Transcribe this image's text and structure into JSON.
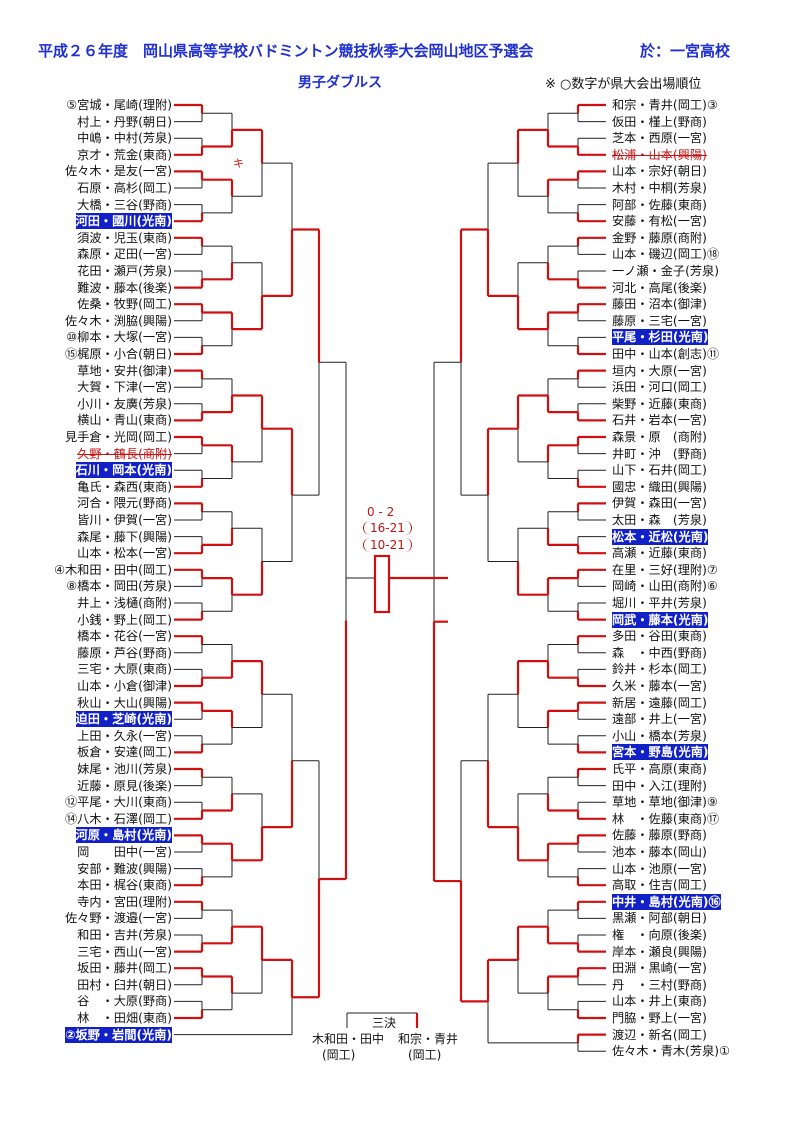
{
  "header": {
    "title": "平成２６年度　岡山県高等学校バドミントン競技秋季大会岡山地区予選会",
    "venue": "於：一宮高校",
    "category": "男子ダブルス",
    "note": "※ ○数字が県大会出場順位"
  },
  "colors": {
    "title": "#1f2fd0",
    "bracket_win": "#d01010",
    "highlight": "#1220c8"
  },
  "left_entries": [
    {
      "text": "⑤宮城・尾崎(理附)"
    },
    {
      "text": "村上・丹野(朝日)"
    },
    {
      "text": "中嶋・中村(芳泉)"
    },
    {
      "text": "京才・荒金(東商)"
    },
    {
      "text": "佐々木・是友(一宮)"
    },
    {
      "text": "石原・高杉(岡工)"
    },
    {
      "text": "大橋・三谷(野商)"
    },
    {
      "text": "河田・國川(光南)",
      "hl": true
    },
    {
      "text": "須波・児玉(東商)"
    },
    {
      "text": "森原・疋田(一宮)"
    },
    {
      "text": "花田・瀬戸(芳泉)"
    },
    {
      "text": "難波・藤本(後楽)"
    },
    {
      "text": "佐桑・牧野(岡工)"
    },
    {
      "text": "佐々木・渕脇(興陽)"
    },
    {
      "text": "⑩柳本・大塚(一宮)"
    },
    {
      "text": "⑮梶原・小合(朝日)"
    },
    {
      "text": "草地・安井(御津)"
    },
    {
      "text": "大賀・下津(一宮)"
    },
    {
      "text": "小川・友廣(芳泉)"
    },
    {
      "text": "横山・青山(東商)"
    },
    {
      "text": "見手倉・光岡(岡工)"
    },
    {
      "text": "久野・鶴長(商附)",
      "struck": true
    },
    {
      "text": "石川・岡本(光南)",
      "hl": true
    },
    {
      "text": "亀氏・森西(東商)"
    },
    {
      "text": "河合・隈元(野商)"
    },
    {
      "text": "皆川・伊賀(一宮)"
    },
    {
      "text": "森尾・藤下(興陽)"
    },
    {
      "text": "山本・松本(一宮)"
    },
    {
      "text": "④木和田・田中(岡工)"
    },
    {
      "text": "⑧橋本・岡田(芳泉)"
    },
    {
      "text": "井上・浅樋(商附)"
    },
    {
      "text": "小銭・野上(岡工)"
    },
    {
      "text": "橋本・花谷(一宮)"
    },
    {
      "text": "藤原・芦谷(野商)"
    },
    {
      "text": "三宅・大原(東商)"
    },
    {
      "text": "山本・小倉(御津)"
    },
    {
      "text": "秋山・大山(興陽)"
    },
    {
      "text": "迫田・芝崎(光南)",
      "hl": true
    },
    {
      "text": "上田・久永(一宮)"
    },
    {
      "text": "板倉・安達(岡工)"
    },
    {
      "text": "妹尾・池川(芳泉)"
    },
    {
      "text": "近藤・原見(後楽)"
    },
    {
      "text": "⑫平尾・大川(東商)"
    },
    {
      "text": "⑭八木・石澤(岡工)"
    },
    {
      "text": "河原・島村(光南)",
      "hl": true
    },
    {
      "text": "岡　　田中(一宮)"
    },
    {
      "text": "安部・難波(興陽)"
    },
    {
      "text": "本田・梶谷(東商)"
    },
    {
      "text": "寺内・宮田(理附)"
    },
    {
      "text": "佐々野・渡邉(一宮)"
    },
    {
      "text": "和田・吉井(芳泉)"
    },
    {
      "text": "三宅・西山(一宮)"
    },
    {
      "text": "坂田・藤井(岡工)"
    },
    {
      "text": "田村・臼井(朝日)"
    },
    {
      "text": "谷　・大原(野商)"
    },
    {
      "text": "林　・田畑(東商)"
    },
    {
      "text": "②坂野・岩間(光南)",
      "hl": true
    }
  ],
  "right_entries": [
    {
      "text": "和宗・青井(岡工)③"
    },
    {
      "text": "仮田・槿上(野商)"
    },
    {
      "text": "芝本・西原(一宮)"
    },
    {
      "text": "松浦・山本(興陽)",
      "struck": true
    },
    {
      "text": "山本・宗好(朝日)"
    },
    {
      "text": "木村・中桐(芳泉)"
    },
    {
      "text": "阿部・佐藤(東商)"
    },
    {
      "text": "安藤・有松(一宮)"
    },
    {
      "text": "金野・藤原(商附)"
    },
    {
      "text": "山本・磯辺(岡工)⑱"
    },
    {
      "text": "一ノ瀬・金子(芳泉)"
    },
    {
      "text": "河北・高尾(後楽)"
    },
    {
      "text": "藤田・沼本(御津)"
    },
    {
      "text": "藤原・三宅(一宮)"
    },
    {
      "text": "平尾・杉田(光南)",
      "hl": true
    },
    {
      "text": "田中・山本(創志)⑪"
    },
    {
      "text": "垣内・大原(一宮)"
    },
    {
      "text": "浜田・河口(岡工)"
    },
    {
      "text": "柴野・近藤(東商)"
    },
    {
      "text": "石井・岩本(一宮)"
    },
    {
      "text": "森景・原　(商附)"
    },
    {
      "text": "井町・沖　(野商)"
    },
    {
      "text": "山下・石井(岡工)"
    },
    {
      "text": "國忠・織田(興陽)"
    },
    {
      "text": "伊賀・森田(一宮)"
    },
    {
      "text": "太田・森　(芳泉)"
    },
    {
      "text": "松本・近松(光南)",
      "hl": true
    },
    {
      "text": "高瀬・近藤(東商)"
    },
    {
      "text": "在里・三好(理附)⑦"
    },
    {
      "text": "岡崎・山田(商附)⑥"
    },
    {
      "text": "堀川・平井(芳泉)"
    },
    {
      "text": "岡武・藤本(光南)",
      "hl": true
    },
    {
      "text": "多田・谷田(東商)"
    },
    {
      "text": "森　・中西(野商)"
    },
    {
      "text": "鈴井・杉本(岡工)"
    },
    {
      "text": "久米・藤本(一宮)"
    },
    {
      "text": "新居・遠藤(岡工)"
    },
    {
      "text": "遠部・井上(一宮)"
    },
    {
      "text": "小山・橋本(芳泉)"
    },
    {
      "text": "宮本・野島(光南)",
      "hl": true
    },
    {
      "text": "氏平・高原(東商)"
    },
    {
      "text": "田中・入江(理附)"
    },
    {
      "text": "草地・草地(御津)⑨"
    },
    {
      "text": "林　・佐藤(東商)⑰"
    },
    {
      "text": "佐藤・藤原(野商)"
    },
    {
      "text": "池本・藤本(岡山)"
    },
    {
      "text": "山本・池原(一宮)"
    },
    {
      "text": "高取・住吉(岡工)"
    },
    {
      "text": "中井・島村(光南)⑯",
      "hl": true
    },
    {
      "text": "黒瀬・阿部(朝日)"
    },
    {
      "text": "権　・向原(後楽)"
    },
    {
      "text": "岸本・瀬良(興陽)"
    },
    {
      "text": "田淵・黒崎(一宮)"
    },
    {
      "text": "丹　・三村(野商)"
    },
    {
      "text": "山本・井上(東商)"
    },
    {
      "text": "門脇・野上(一宮)"
    },
    {
      "text": "渡辺・新名(岡工)"
    },
    {
      "text": "佐々木・青木(芳泉)①"
    }
  ],
  "final": {
    "score_sets": "0 - 2",
    "game1": "16-21",
    "game2": "10-21"
  },
  "third_place": {
    "label": "三決",
    "left_pair": "木和田・田中",
    "left_school": "(岡工)",
    "right_pair": "和宗・青井",
    "right_school": "(岡工)"
  }
}
